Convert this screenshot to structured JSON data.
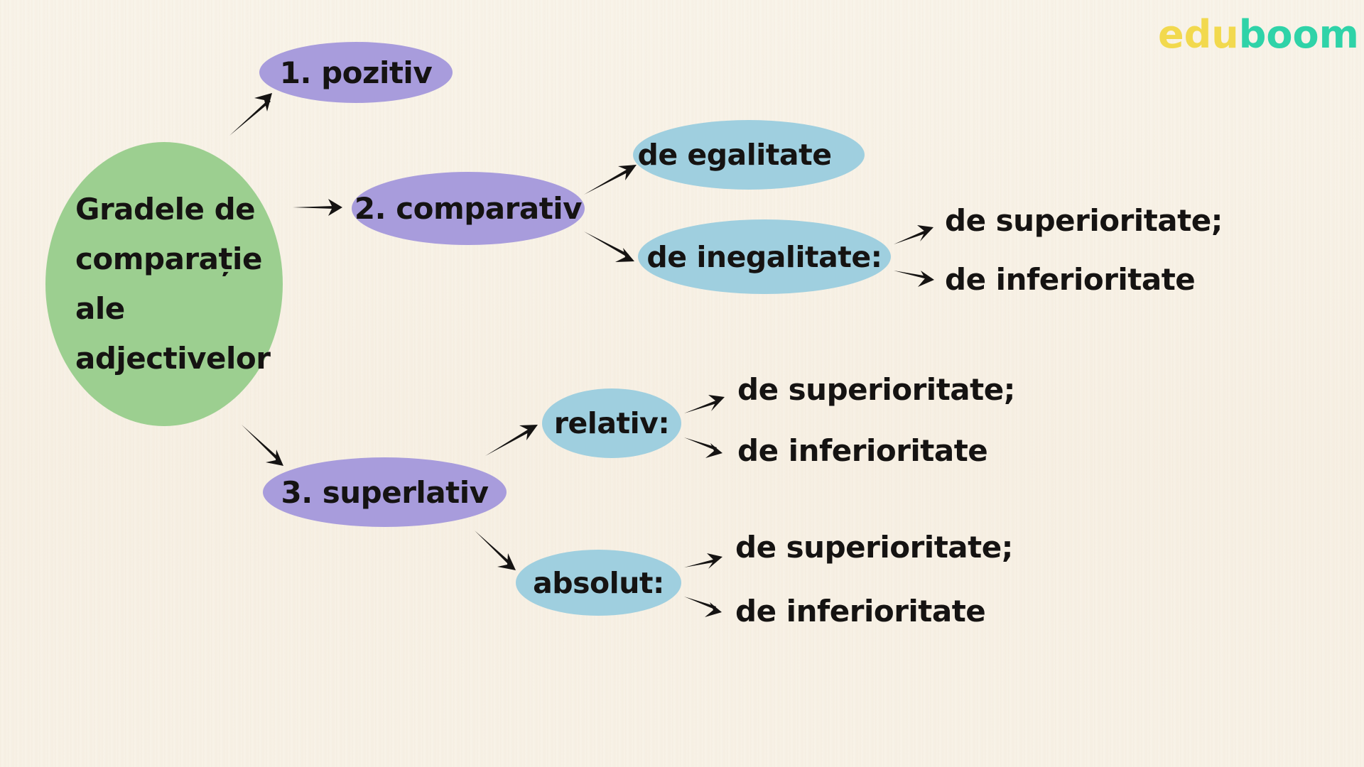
{
  "logo": {
    "part1": "edu",
    "part2": "boom",
    "colors": {
      "part1": "#f2d94e",
      "part2": "#2fd3a8"
    }
  },
  "root": {
    "lines": [
      "Gradele de",
      "comparație",
      "ale",
      "adjectivelor"
    ],
    "color": "#9ccf90"
  },
  "degrees": {
    "pozitiv": {
      "label": "1. pozitiv",
      "color": "#a89cdc"
    },
    "comparativ": {
      "label": "2. comparativ",
      "color": "#a89cdc",
      "children": {
        "egalitate": {
          "label": "de egalitate",
          "color": "#9fcfdf"
        },
        "inegalitate": {
          "label": "de inegalitate:",
          "color": "#9fcfdf",
          "items": [
            "de superioritate;",
            "de inferioritate"
          ]
        }
      }
    },
    "superlativ": {
      "label": "3. superlativ",
      "color": "#a89cdc",
      "children": {
        "relativ": {
          "label": "relativ:",
          "color": "#9fcfdf",
          "items": [
            "de superioritate;",
            "de inferioritate"
          ]
        },
        "absolut": {
          "label": "absolut:",
          "color": "#9fcfdf",
          "items": [
            "de superioritate;",
            "de inferioritate"
          ]
        }
      }
    }
  },
  "background_color": "#f7f1e6",
  "arrow_color": "#151312"
}
